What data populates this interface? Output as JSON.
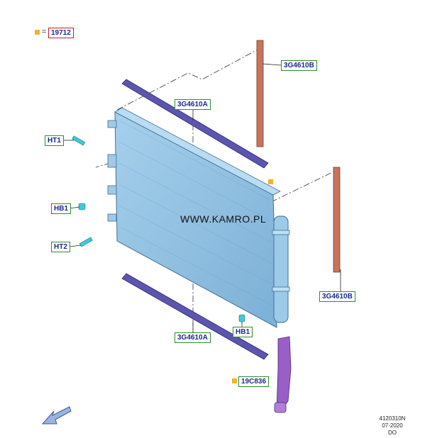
{
  "legend": {
    "equals": "=",
    "part": "19712"
  },
  "callouts": {
    "rubber_top_right": "3G4610B",
    "strip_top": "3G4610A",
    "ht1": "HT1",
    "hb1_left": "HB1",
    "ht2": "HT2",
    "rubber_right": "3G4610B",
    "strip_bottom": "3G4610A",
    "hb1_bottom": "HB1",
    "hose": "19C836"
  },
  "watermark": "WWW.KAMRO.PL",
  "footer": {
    "line1": "4120310N",
    "line2": "07-2020",
    "line3": "DO"
  },
  "colors": {
    "condenser": "#8fc0e0",
    "strip": "#5c55b0",
    "rubber": "#c8745c",
    "hose": "#9a5fc7",
    "clip": "#3ec8d8",
    "label_border": "#2e8b2e",
    "legend_box": "#f5b324",
    "highlight_border": "#d01818"
  },
  "icons": {
    "direction": "arrow-icon"
  }
}
